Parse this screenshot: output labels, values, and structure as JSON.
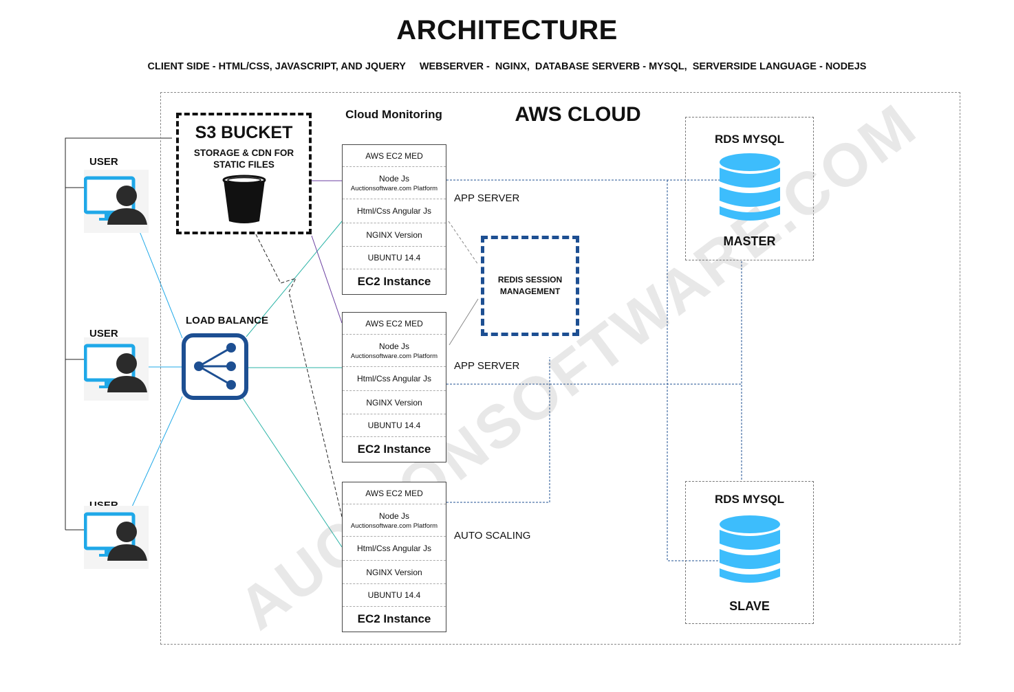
{
  "title": "ARCHITECTURE",
  "subtitle": "CLIENT SIDE - HTML/CSS, JAVASCRIPT, AND JQUERY     WEBSERVER -  NGINX,  DATABASE SERVERB - MYSQL,  SERVERSIDE LANGUAGE - NODEJS",
  "cloud_title": "AWS CLOUD",
  "monitoring_title": "Cloud Monitoring",
  "s3": {
    "title": "S3 BUCKET",
    "line1": "STORAGE & CDN FOR",
    "line2": "STATIC FILES"
  },
  "users": [
    "USER",
    "USER",
    "USER"
  ],
  "load_balance_label": "LOAD BALANCE",
  "instances": [
    {
      "rows": [
        "AWS EC2 MED",
        "Node Js",
        "Auctionsoftware.com Platform",
        "Html/Css Angular Js",
        "NGINX Version",
        "UBUNTU 14.4",
        "EC2 Instance"
      ],
      "label": "APP SERVER"
    },
    {
      "rows": [
        "AWS EC2 MED",
        "Node Js",
        "Auctionsoftware.com Platform",
        "Html/Css Angular Js",
        "NGINX Version",
        "UBUNTU 14.4",
        "EC2 Instance"
      ],
      "label": "APP SERVER"
    },
    {
      "rows": [
        "AWS EC2 MED",
        "Node Js",
        "Auctionsoftware.com Platform",
        "Html/Css Angular Js",
        "NGINX Version",
        "UBUNTU 14.4",
        "EC2 Instance"
      ],
      "label": "AUTO SCALING"
    }
  ],
  "redis": {
    "line1": "REDIS SESSION",
    "line2": "MANAGEMENT"
  },
  "rds_master": {
    "title": "RDS MYSQL",
    "footer": "MASTER"
  },
  "rds_slave": {
    "title": "RDS MYSQL",
    "footer": "SLAVE"
  },
  "watermark": "AUCTIONSOFTWARE.COM",
  "colors": {
    "accent_blue": "#1d4f92",
    "db_blue": "#3dbdfc",
    "monitor_blue": "#1fa8e8",
    "teal_line": "#2ab3a6",
    "purple_line": "#6a3ea0"
  }
}
